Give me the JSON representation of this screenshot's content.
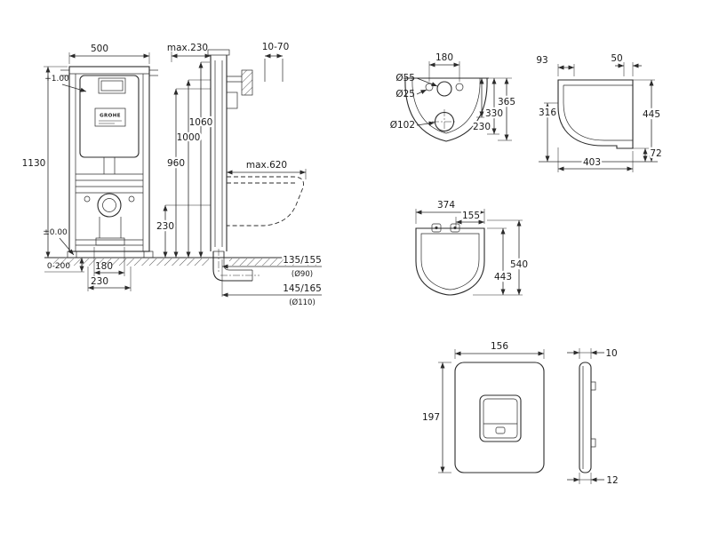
{
  "drawing": {
    "views": {
      "frame_front": {
        "logo": "GROHE",
        "dims": {
          "width": "500",
          "height": "1130",
          "level_top": "+1.00",
          "level_floor": "±0.00",
          "feet_range": "0-200",
          "outlet_width": "180",
          "fixing_width": "230"
        }
      },
      "frame_side": {
        "dims": {
          "depth_max": "max.230",
          "plate_depth": "10-70",
          "h1060": "1060",
          "h1000": "1000",
          "h960": "960",
          "h230": "230",
          "ext_max": "max.620",
          "drain90": "135/155",
          "drain90_dia": "(Ø90)",
          "drain110": "145/165",
          "drain110_dia": "(Ø110)"
        }
      },
      "bowl_plan": {
        "dims": {
          "hole_spacing": "180",
          "d55": "Ø55",
          "d25": "Ø25",
          "d102": "Ø102",
          "l365": "365",
          "l330": "330",
          "l230": "230"
        }
      },
      "bowl_side": {
        "dims": {
          "t93": "93",
          "t50": "50",
          "h316": "316",
          "h445": "445",
          "d403": "403",
          "h72": "72"
        }
      },
      "seat_plan": {
        "dims": {
          "w374": "374",
          "w155": "155",
          "l443": "443",
          "l540": "540"
        }
      },
      "plate_front": {
        "dims": {
          "w156": "156",
          "h197": "197"
        }
      },
      "plate_side": {
        "dims": {
          "d10": "10",
          "d12": "12"
        }
      }
    }
  }
}
